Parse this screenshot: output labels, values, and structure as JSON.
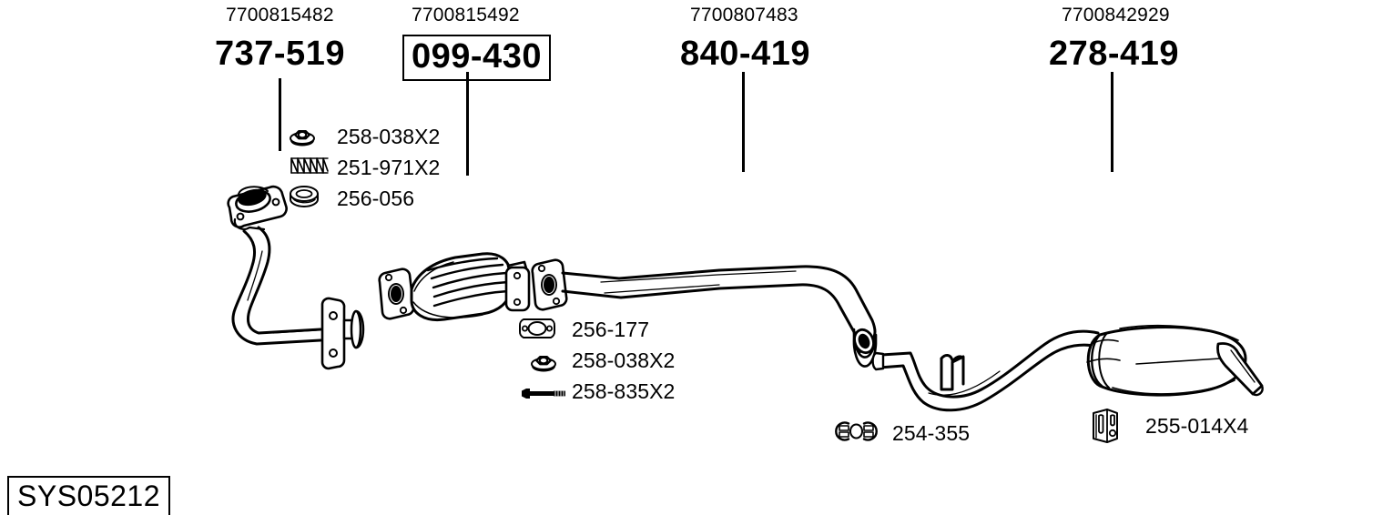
{
  "diagram": {
    "system_code": "SYS05212",
    "background_color": "#ffffff",
    "line_color": "#000000"
  },
  "groups": [
    {
      "oem": "7700815482",
      "ref": "737-519",
      "boxed": false,
      "name": "front-pipe"
    },
    {
      "oem": "7700815492",
      "ref": "099-430",
      "boxed": true,
      "name": "catalytic-converter"
    },
    {
      "oem": "7700807483",
      "ref": "840-419",
      "boxed": false,
      "name": "centre-pipe"
    },
    {
      "oem": "7700842929",
      "ref": "278-419",
      "boxed": false,
      "name": "rear-silencer"
    }
  ],
  "parts_lists": [
    {
      "name": "front-fitting-kit",
      "items": [
        {
          "icon": "flange-nut-icon",
          "label": "258-038X2"
        },
        {
          "icon": "coil-spring-icon",
          "label": "251-971X2"
        },
        {
          "icon": "sealing-ring-icon",
          "label": "256-056"
        }
      ]
    },
    {
      "name": "centre-fitting-kit",
      "items": [
        {
          "icon": "flange-gasket-icon",
          "label": "256-177"
        },
        {
          "icon": "flange-nut-icon",
          "label": "258-038X2"
        },
        {
          "icon": "bolt-icon",
          "label": "258-835X2"
        }
      ]
    },
    {
      "name": "pipe-clamp-kit",
      "items": [
        {
          "icon": "pipe-clamp-icon",
          "label": "254-355"
        }
      ]
    },
    {
      "name": "rubber-mount-kit",
      "items": [
        {
          "icon": "rubber-hanger-icon",
          "label": "255-014X4"
        }
      ]
    }
  ]
}
